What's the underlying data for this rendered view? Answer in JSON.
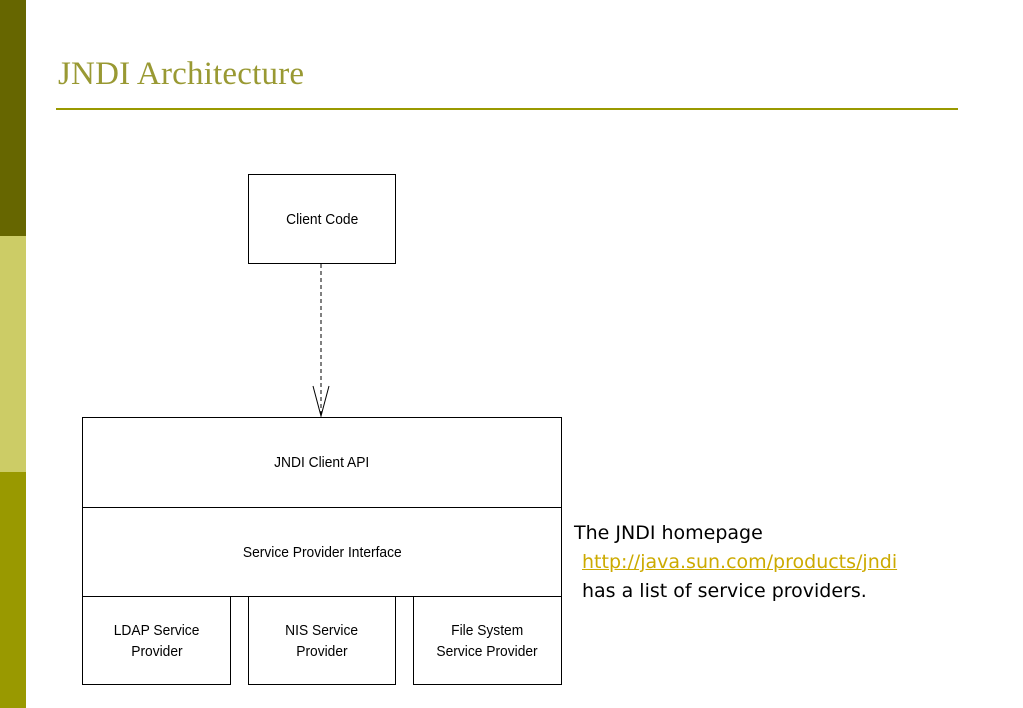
{
  "slide": {
    "title": "JNDI Architecture"
  },
  "diagram": {
    "client_code": "Client Code",
    "jndi_client_api": "JNDI Client API",
    "service_provider_interface": "Service Provider Interface",
    "providers": [
      {
        "line1": "LDAP Service",
        "line2": "Provider"
      },
      {
        "line1": "NIS Service",
        "line2": "Provider"
      },
      {
        "line1": "File System",
        "line2": "Service Provider"
      }
    ]
  },
  "note": {
    "line1": "The JNDI homepage",
    "link": "http://java.sun.com/products/jndi",
    "line3": "has a list of service providers."
  },
  "colors": {
    "accent": "#999900",
    "title": "#999933",
    "link": "#ccaa00"
  }
}
